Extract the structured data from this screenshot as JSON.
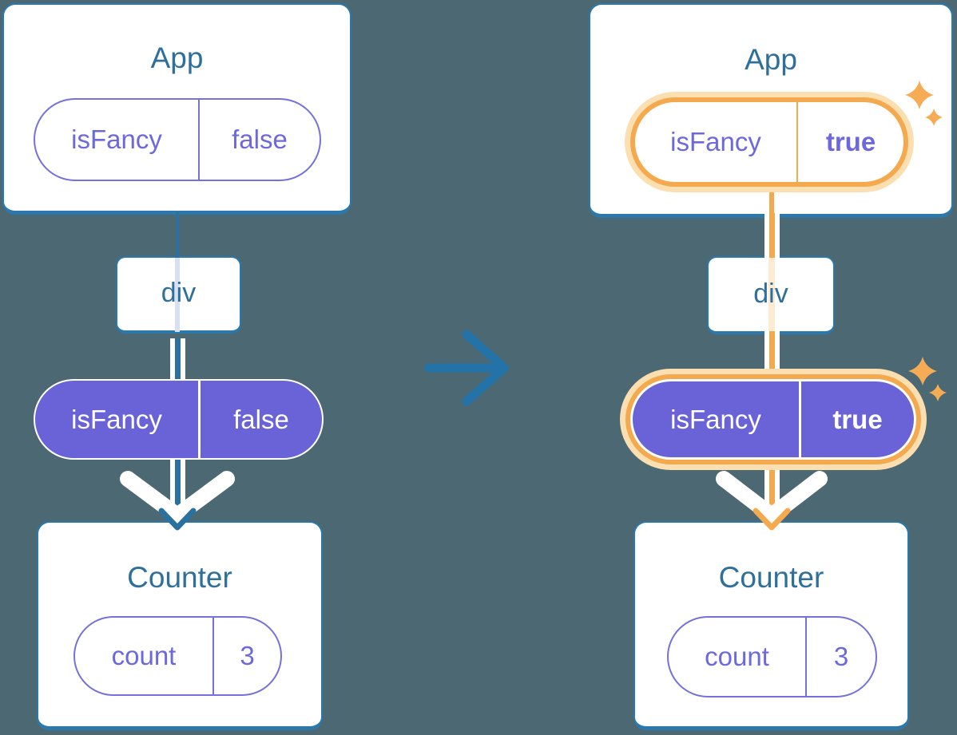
{
  "diagram": {
    "before": {
      "app": {
        "title": "App",
        "prop": {
          "name": "isFancy",
          "value": "false"
        }
      },
      "container": {
        "label": "div"
      },
      "passed_prop": {
        "name": "isFancy",
        "value": "false"
      },
      "counter": {
        "title": "Counter",
        "state": {
          "name": "count",
          "value": "3"
        }
      }
    },
    "after": {
      "app": {
        "title": "App",
        "prop": {
          "name": "isFancy",
          "value": "true"
        }
      },
      "container": {
        "label": "div"
      },
      "passed_prop": {
        "name": "isFancy",
        "value": "true"
      },
      "counter": {
        "title": "Counter",
        "state": {
          "name": "count",
          "value": "3"
        }
      }
    }
  },
  "colors": {
    "background": "#4C6873",
    "card_fill": "#FFFFFF",
    "card_border": "#2B79AC",
    "tree_line_blue": "#2B719F",
    "title_text": "#2F6F9B",
    "prop_text_purple": "#6D68DE",
    "pill_outline_purple": "#7571DB",
    "state_pill_fill": "#6A63D8",
    "highlight_orange": "#F5A94F",
    "highlight_orange_light": "#FBDFB0",
    "faded_line_purple": "#D9E0F4",
    "faded_line_orange": "#FBEBD3",
    "transition_arrow_blue": "#2473A8"
  }
}
